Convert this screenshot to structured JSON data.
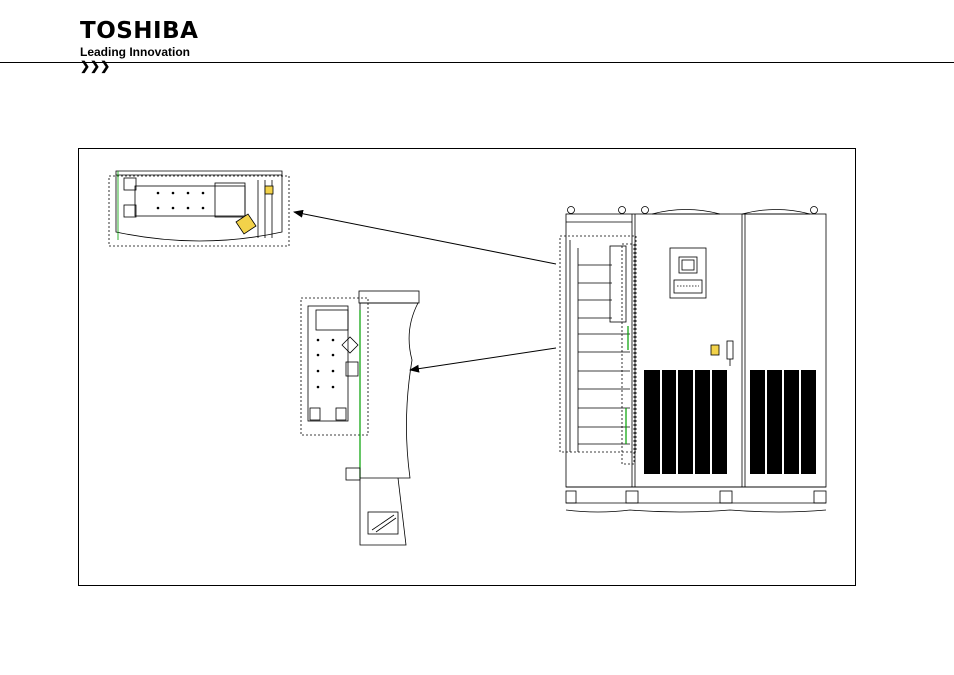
{
  "header": {
    "brand": "TOSHIBA",
    "tagline": "Leading Innovation",
    "tagline_chevrons": "❯❯❯"
  },
  "colors": {
    "text": "#000000",
    "line": "#000000",
    "accent_green": "#00a000",
    "accent_yellow": "#f2d24a",
    "vent_fill": "#000000"
  },
  "icons": [
    "top-terminal-detail",
    "side-terminal-detail",
    "cabinet-front-view",
    "callout-arrow"
  ]
}
